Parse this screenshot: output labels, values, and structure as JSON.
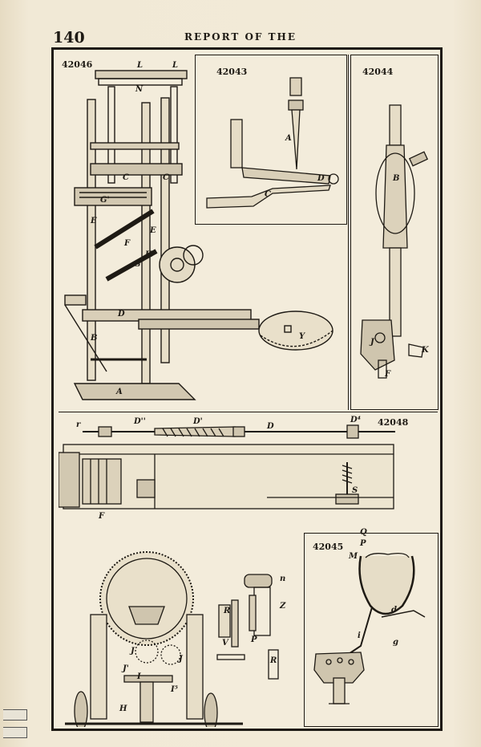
{
  "page": {
    "number": "140",
    "running_head": "REPORT OF THE"
  },
  "figures": [
    {
      "id": "42046",
      "labels": [
        "L",
        "L",
        "N",
        "C",
        "C",
        "G'",
        "E",
        "E",
        "F",
        "G",
        "H",
        "D",
        "B",
        "Y",
        "A"
      ]
    },
    {
      "id": "42043",
      "labels": [
        "A",
        "D",
        "C"
      ]
    },
    {
      "id": "42044",
      "labels": [
        "B",
        "J",
        "K",
        "F"
      ]
    },
    {
      "id": "42048",
      "labels": [
        "r",
        "D''",
        "D'",
        "D",
        "D⁴",
        "S",
        "F",
        "Q",
        "P",
        "M",
        "n",
        "R",
        "Z",
        "V",
        "P",
        "R",
        "J",
        "J'",
        "J",
        "I",
        "I⁵",
        "H"
      ]
    },
    {
      "id": "42045",
      "labels": [
        "d",
        "i",
        "g"
      ]
    }
  ]
}
